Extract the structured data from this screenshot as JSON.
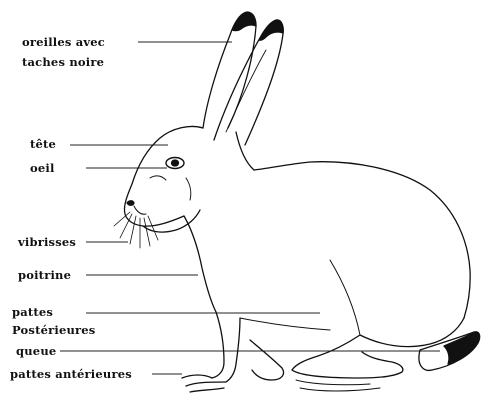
{
  "labels": {
    "ears_line1": "oreilles avec",
    "ears_line2": "taches noire",
    "head": "tête",
    "eye": "oeil",
    "whiskers": "vibrisses",
    "chest": "poitrine",
    "hind_legs_line1": "pattes",
    "hind_legs_line2": "Postérieures",
    "tail": "queue",
    "front_legs": "pattes antérieures"
  },
  "colors": {
    "ink": "#111111",
    "background": "#ffffff"
  }
}
